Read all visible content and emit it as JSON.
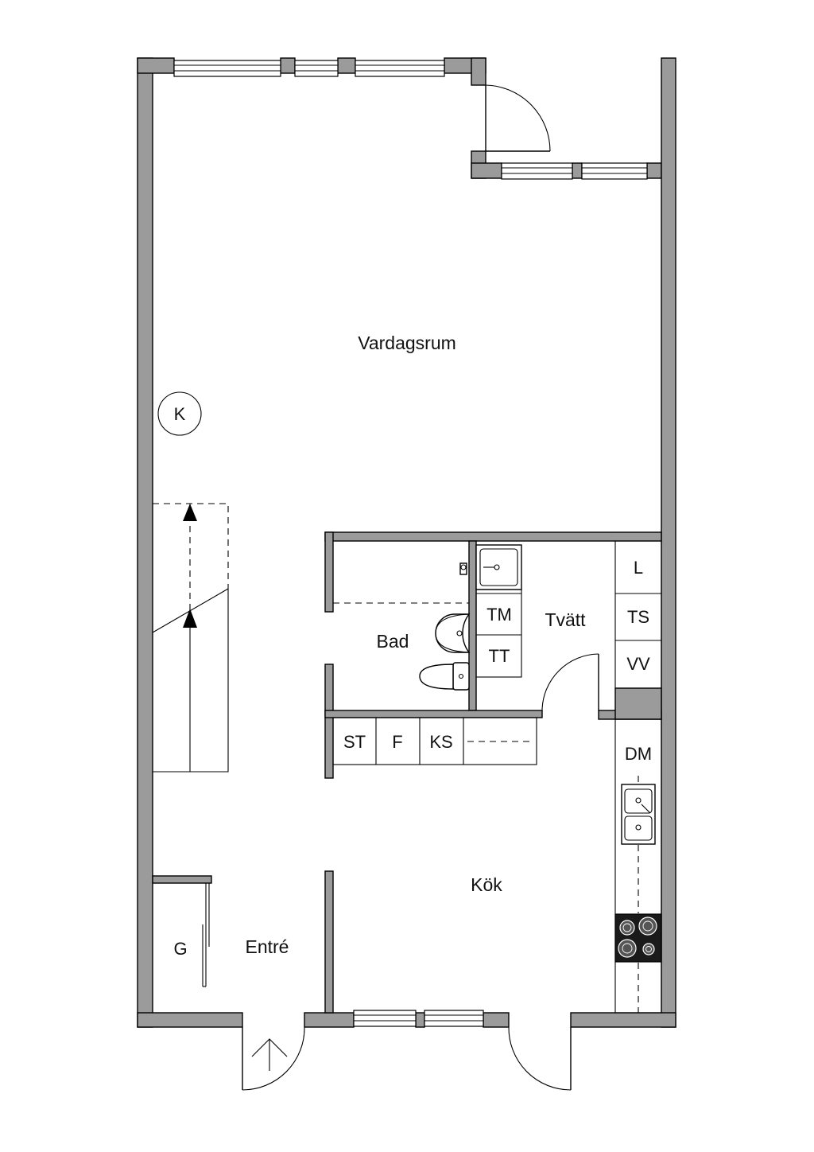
{
  "rooms": {
    "vardagsrum": "Vardagsrum",
    "bad": "Bad",
    "tvatt": "Tvätt",
    "kok": "Kök",
    "entre": "Entré"
  },
  "fixtures": {
    "k": "K",
    "tm": "TM",
    "tt": "TT",
    "l": "L",
    "ts": "TS",
    "vv": "VV",
    "st": "ST",
    "f": "F",
    "ks": "KS",
    "dm": "DM",
    "g": "G"
  },
  "colors": {
    "wall": "#9b9b9b",
    "line": "#000000",
    "background": "#ffffff",
    "stove": "#1a1a1a"
  }
}
